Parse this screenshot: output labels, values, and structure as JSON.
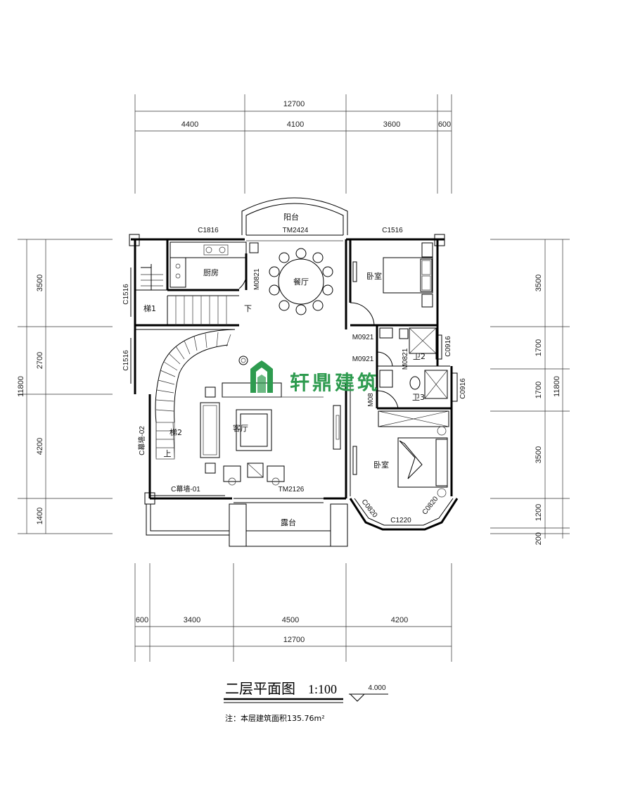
{
  "drawing": {
    "title": "二层平面图",
    "scale": "1:100",
    "elevation": "4.000",
    "note": "注：本层建筑面积135.76m²"
  },
  "watermark": {
    "text": "轩鼎建筑",
    "color": "#2e9b4f"
  },
  "dimensions": {
    "top_total": "12700",
    "top_segments": [
      "4400",
      "4100",
      "3600",
      "600"
    ],
    "bottom_total": "12700",
    "bottom_segments": [
      "600",
      "3400",
      "4500",
      "4200"
    ],
    "left_total": "11800",
    "left_segments": [
      "3500",
      "2700",
      "4200",
      "1400"
    ],
    "right_total": "11800",
    "right_segments": [
      "3500",
      "1700",
      "1700",
      "3500",
      "1200",
      "200"
    ]
  },
  "rooms": {
    "balcony_top": "阳台",
    "kitchen": "厨房",
    "dining": "餐厅",
    "bedroom_1": "卧室",
    "bath_2": "卫2",
    "bath_3": "卫3",
    "living": "客厅",
    "bedroom_2": "卧室",
    "terrace": "露台",
    "stair_1": "梯1",
    "stair_2": "梯2",
    "down": "下",
    "up": "上"
  },
  "openings": {
    "c1816": "C1816",
    "tm2424": "TM2424",
    "c1516_top": "C1516",
    "c1516_left_a": "C1516",
    "c1516_left_b": "C1516",
    "m0821": "M0821",
    "m0921_a": "M0921",
    "m0921_b": "M0921",
    "m0821_v": "M0821",
    "c0916_a": "C0916",
    "c0916_b": "C0916",
    "m08": "M08",
    "c_wall_02": "C幕墙-02",
    "c_wall_01": "C幕墙-01",
    "tm2126": "TM2126",
    "c0820": "C0820",
    "c1220": "C1220",
    "c0820_b": "C0820"
  }
}
